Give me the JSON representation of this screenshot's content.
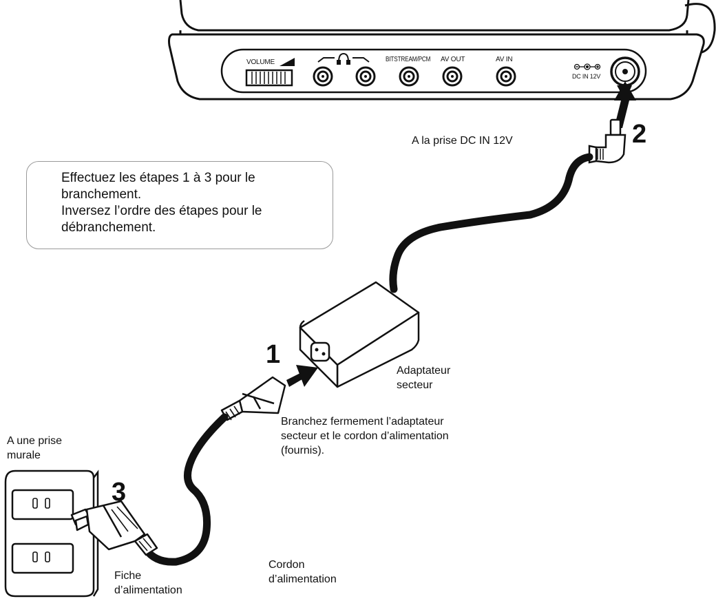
{
  "note": {
    "text": "Effectuez les étapes 1 à 3 pour le\nbranchement.\nInversez l’ordre des étapes pour le\ndébranchement."
  },
  "steps": {
    "one": "1",
    "two": "2",
    "three": "3"
  },
  "labels": {
    "dc_in_target": "A la prise DC IN 12V",
    "adapter": "Adaptateur\nsecteur",
    "connect_firmly": "Branchez fermement l’adaptateur\nsecteur et le cordon d’alimentation\n(fournis).",
    "wall_outlet": "A une prise\nmurale",
    "power_plug": "Fiche\nd’alimentation",
    "power_cord": "Cordon\nd’alimentation"
  },
  "panel": {
    "volume": "VOLUME",
    "bitstream": "BITSTREAM/PCM",
    "av_out": "AV OUT",
    "av_in": "AV IN",
    "dc_in": "DC IN 12V"
  },
  "icons": {
    "headphones": "headphones-icon",
    "polarity": "dc-polarity-icon",
    "arrow": "insert-arrow-icon"
  }
}
